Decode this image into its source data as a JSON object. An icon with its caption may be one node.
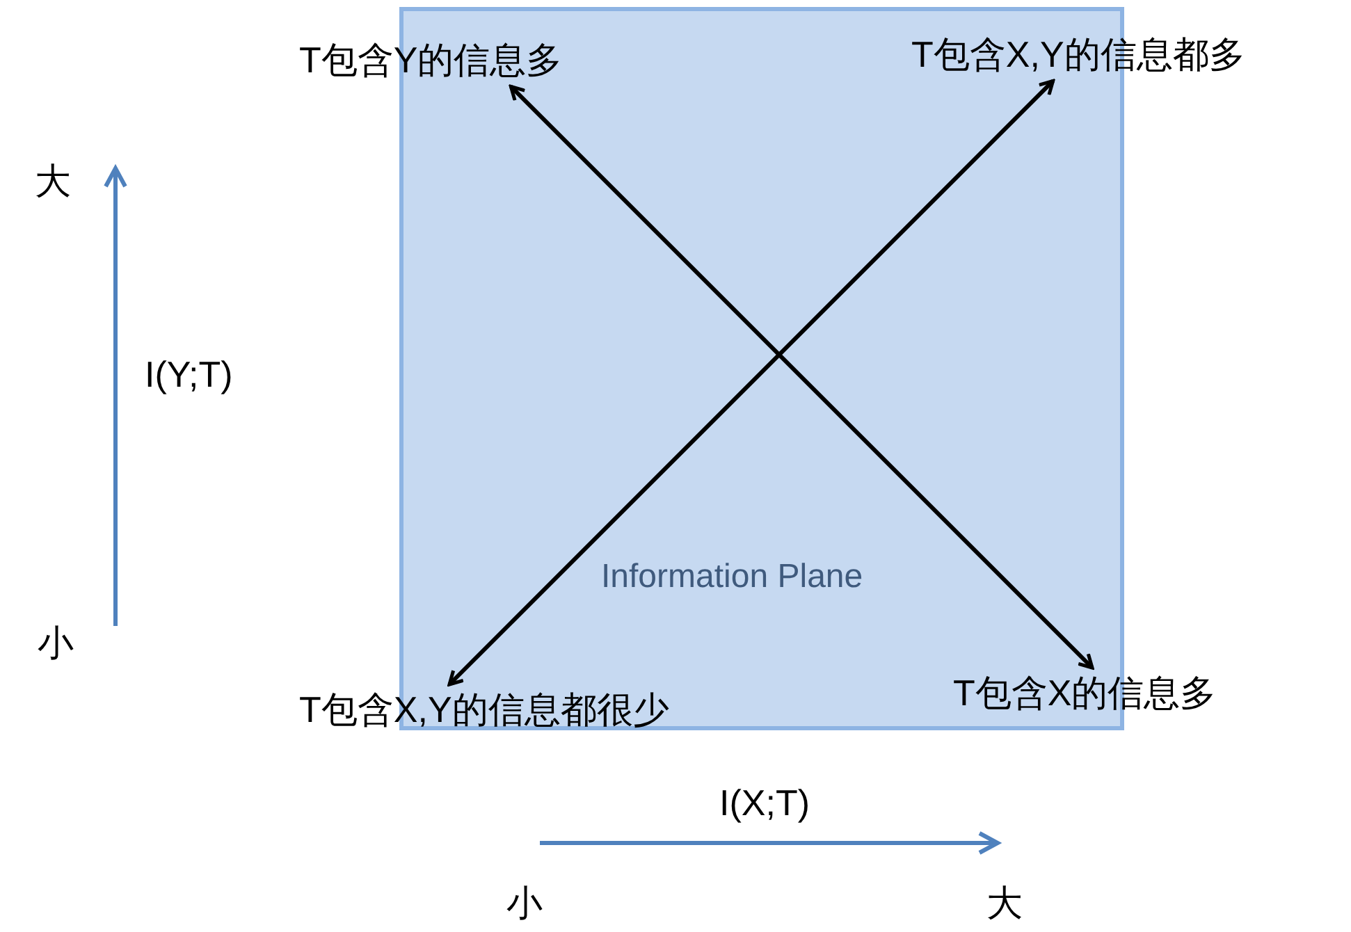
{
  "diagram": {
    "nodes": [
      {
        "text": [
          "T包含Y的信息多"
        ]
      },
      {
        "text": [
          "T包含X,Y的信息都多"
        ]
      },
      {
        "text": [
          "T包含X,Y的信息都很少"
        ]
      },
      {
        "text": [
          "T包含X的信息多"
        ]
      }
    ],
    "edges": [
      {
        "from": 0,
        "to": 3,
        "arrow": "both"
      },
      {
        "from": 1,
        "to": 2,
        "arrow": "both"
      }
    ],
    "labels": [
      "大",
      "I(Y;T)",
      "小",
      "Information Plane",
      "I(X;T)",
      "小",
      "大"
    ]
  }
}
